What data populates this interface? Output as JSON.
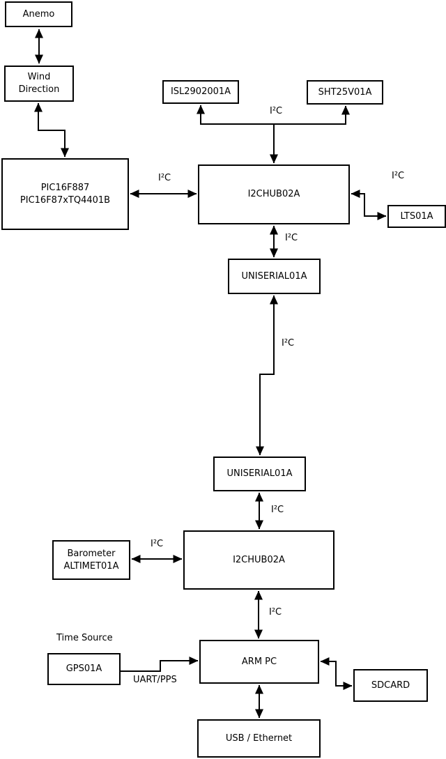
{
  "nodes": {
    "anemo": {
      "label": "Anemo"
    },
    "wind_direction": {
      "label": "Wind\nDirection"
    },
    "pic": {
      "label": "PIC16F887\nPIC16F87xTQ4401B"
    },
    "isl": {
      "label": "ISL2902001A"
    },
    "sht": {
      "label": "SHT25V01A"
    },
    "hub1": {
      "label": "I2CHUB02A"
    },
    "lts": {
      "label": "LTS01A"
    },
    "uniserial1": {
      "label": "UNISERIAL01A"
    },
    "uniserial2": {
      "label": "UNISERIAL01A"
    },
    "hub2": {
      "label": "I2CHUB02A"
    },
    "barometer": {
      "label": "Barometer\nALTIMET01A"
    },
    "gps": {
      "label": "GPS01A"
    },
    "armpc": {
      "label": "ARM PC"
    },
    "sdcard": {
      "label": "SDCARD"
    },
    "usb": {
      "label": "USB / Ethernet"
    }
  },
  "labels": {
    "i2c_pic_hub1": "I²C",
    "i2c_branch_top": "I²C",
    "i2c_hub1_lts": "I²C",
    "i2c_hub1_uniserial1": "I²C",
    "i2c_long_link": "I²C",
    "i2c_uniserial2_hub2": "I²C",
    "i2c_barometer_hub2": "I²C",
    "i2c_hub2_armpc": "I²C",
    "time_source": "Time Source",
    "uart_pps": "UART/PPS"
  },
  "edges": [
    {
      "from": "anemo",
      "to": "wind_direction",
      "bidirectional": true
    },
    {
      "from": "wind_direction",
      "to": "pic",
      "bidirectional": true
    },
    {
      "from": "pic",
      "to": "hub1",
      "bidirectional": true,
      "label": "I²C"
    },
    {
      "from": "hub1",
      "to": "isl",
      "bidirectional": false,
      "label": "I²C"
    },
    {
      "from": "hub1",
      "to": "sht",
      "bidirectional": false,
      "label": "I²C"
    },
    {
      "from": "hub1",
      "to": "lts",
      "bidirectional": true,
      "label": "I²C"
    },
    {
      "from": "hub1",
      "to": "uniserial1",
      "bidirectional": true,
      "label": "I²C"
    },
    {
      "from": "uniserial1",
      "to": "uniserial2",
      "bidirectional": true,
      "label": "I²C"
    },
    {
      "from": "uniserial2",
      "to": "hub2",
      "bidirectional": true,
      "label": "I²C"
    },
    {
      "from": "barometer",
      "to": "hub2",
      "bidirectional": true,
      "label": "I²C"
    },
    {
      "from": "hub2",
      "to": "armpc",
      "bidirectional": true,
      "label": "I²C"
    },
    {
      "from": "gps",
      "to": "armpc",
      "bidirectional": false,
      "label": "UART/PPS"
    },
    {
      "from": "armpc",
      "to": "sdcard",
      "bidirectional": true
    },
    {
      "from": "armpc",
      "to": "usb",
      "bidirectional": true
    }
  ],
  "colors": {
    "line": "#000000",
    "box_fill": "#ffffff",
    "background": "#ffffff",
    "text": "#000000"
  }
}
